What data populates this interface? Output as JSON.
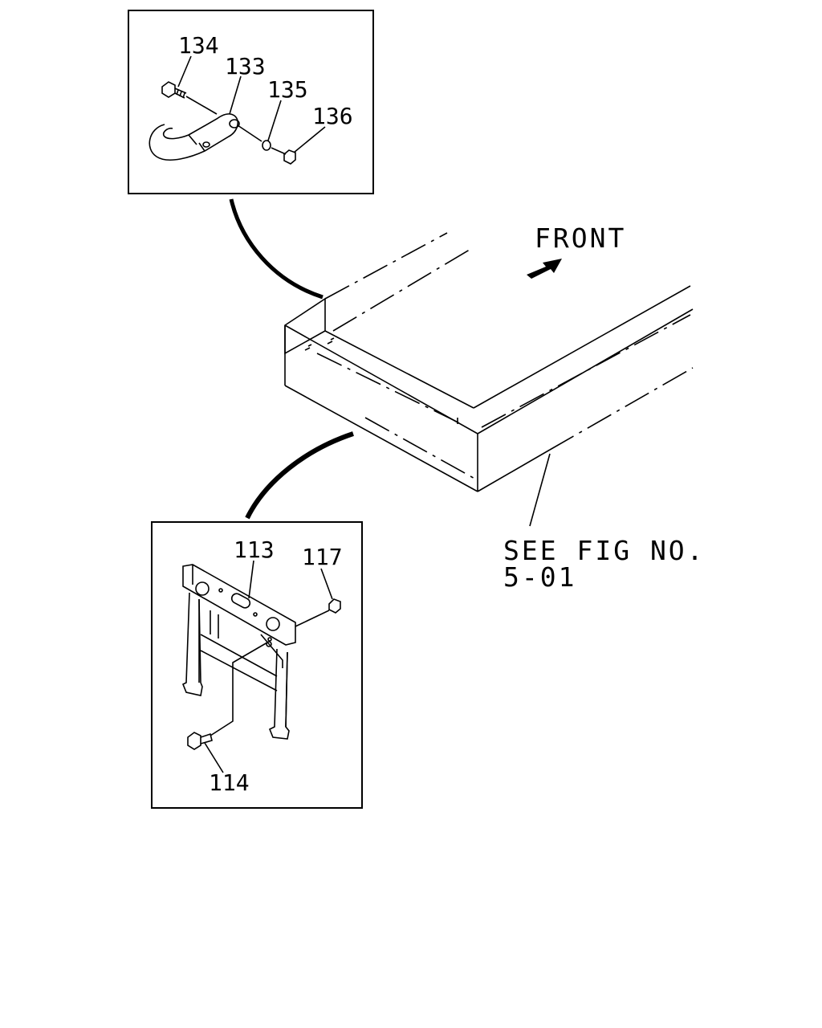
{
  "direction_label": "FRONT",
  "reference": {
    "line1": "SEE FIG NO.",
    "line2": "5-01"
  },
  "detail_upper": {
    "callouts": [
      "134",
      "133",
      "135",
      "136"
    ]
  },
  "detail_lower": {
    "callouts": [
      "113",
      "117",
      "114"
    ]
  },
  "colors": {
    "ink": "#000000",
    "background": "#ffffff"
  }
}
